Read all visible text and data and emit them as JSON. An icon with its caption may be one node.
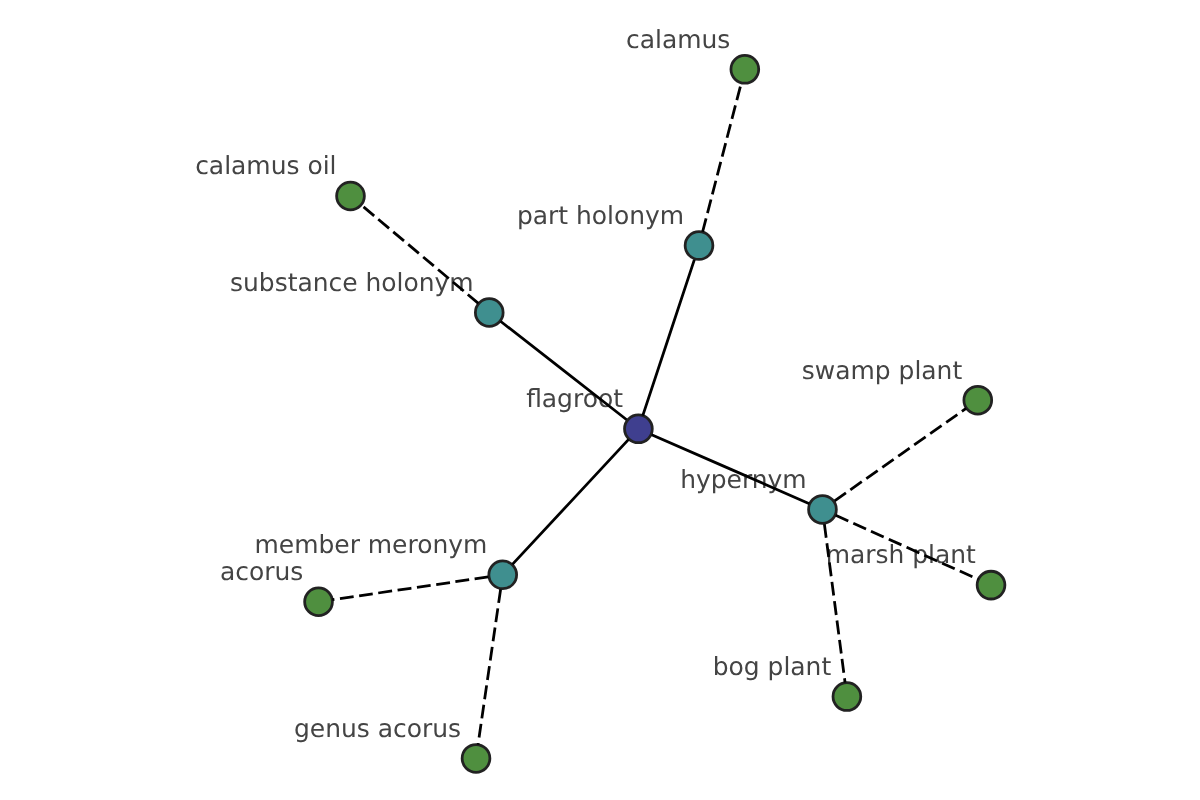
{
  "diagram": {
    "nodes": [
      {
        "text": [
          "flagroot"
        ]
      },
      {
        "text": [
          "part holonym"
        ]
      },
      {
        "text": [
          "member meronym"
        ]
      },
      {
        "text": [
          "substance holonym"
        ]
      },
      {
        "text": [
          "hypernym"
        ]
      },
      {
        "text": [
          "calamus"
        ]
      },
      {
        "text": [
          "acorus"
        ]
      },
      {
        "text": [
          "genus acorus"
        ]
      },
      {
        "text": [
          "calamus oil"
        ]
      },
      {
        "text": [
          "swamp plant"
        ]
      },
      {
        "text": [
          "marsh plant"
        ]
      },
      {
        "text": [
          "bog plant"
        ]
      }
    ],
    "edges": [
      {
        "from": 0,
        "to": 1,
        "arrow": "none"
      },
      {
        "from": 0,
        "to": 2,
        "arrow": "none"
      },
      {
        "from": 0,
        "to": 3,
        "arrow": "none"
      },
      {
        "from": 0,
        "to": 4,
        "arrow": "none"
      },
      {
        "from": 1,
        "to": 5,
        "arrow": "none",
        "style": "dashed"
      },
      {
        "from": 2,
        "to": 6,
        "arrow": "none",
        "style": "dashed"
      },
      {
        "from": 2,
        "to": 7,
        "arrow": "none",
        "style": "dashed"
      },
      {
        "from": 3,
        "to": 8,
        "arrow": "none",
        "style": "dashed"
      },
      {
        "from": 4,
        "to": 9,
        "arrow": "none",
        "style": "dashed"
      },
      {
        "from": 4,
        "to": 10,
        "arrow": "none",
        "style": "dashed"
      },
      {
        "from": 4,
        "to": 11,
        "arrow": "none",
        "style": "dashed"
      }
    ]
  }
}
